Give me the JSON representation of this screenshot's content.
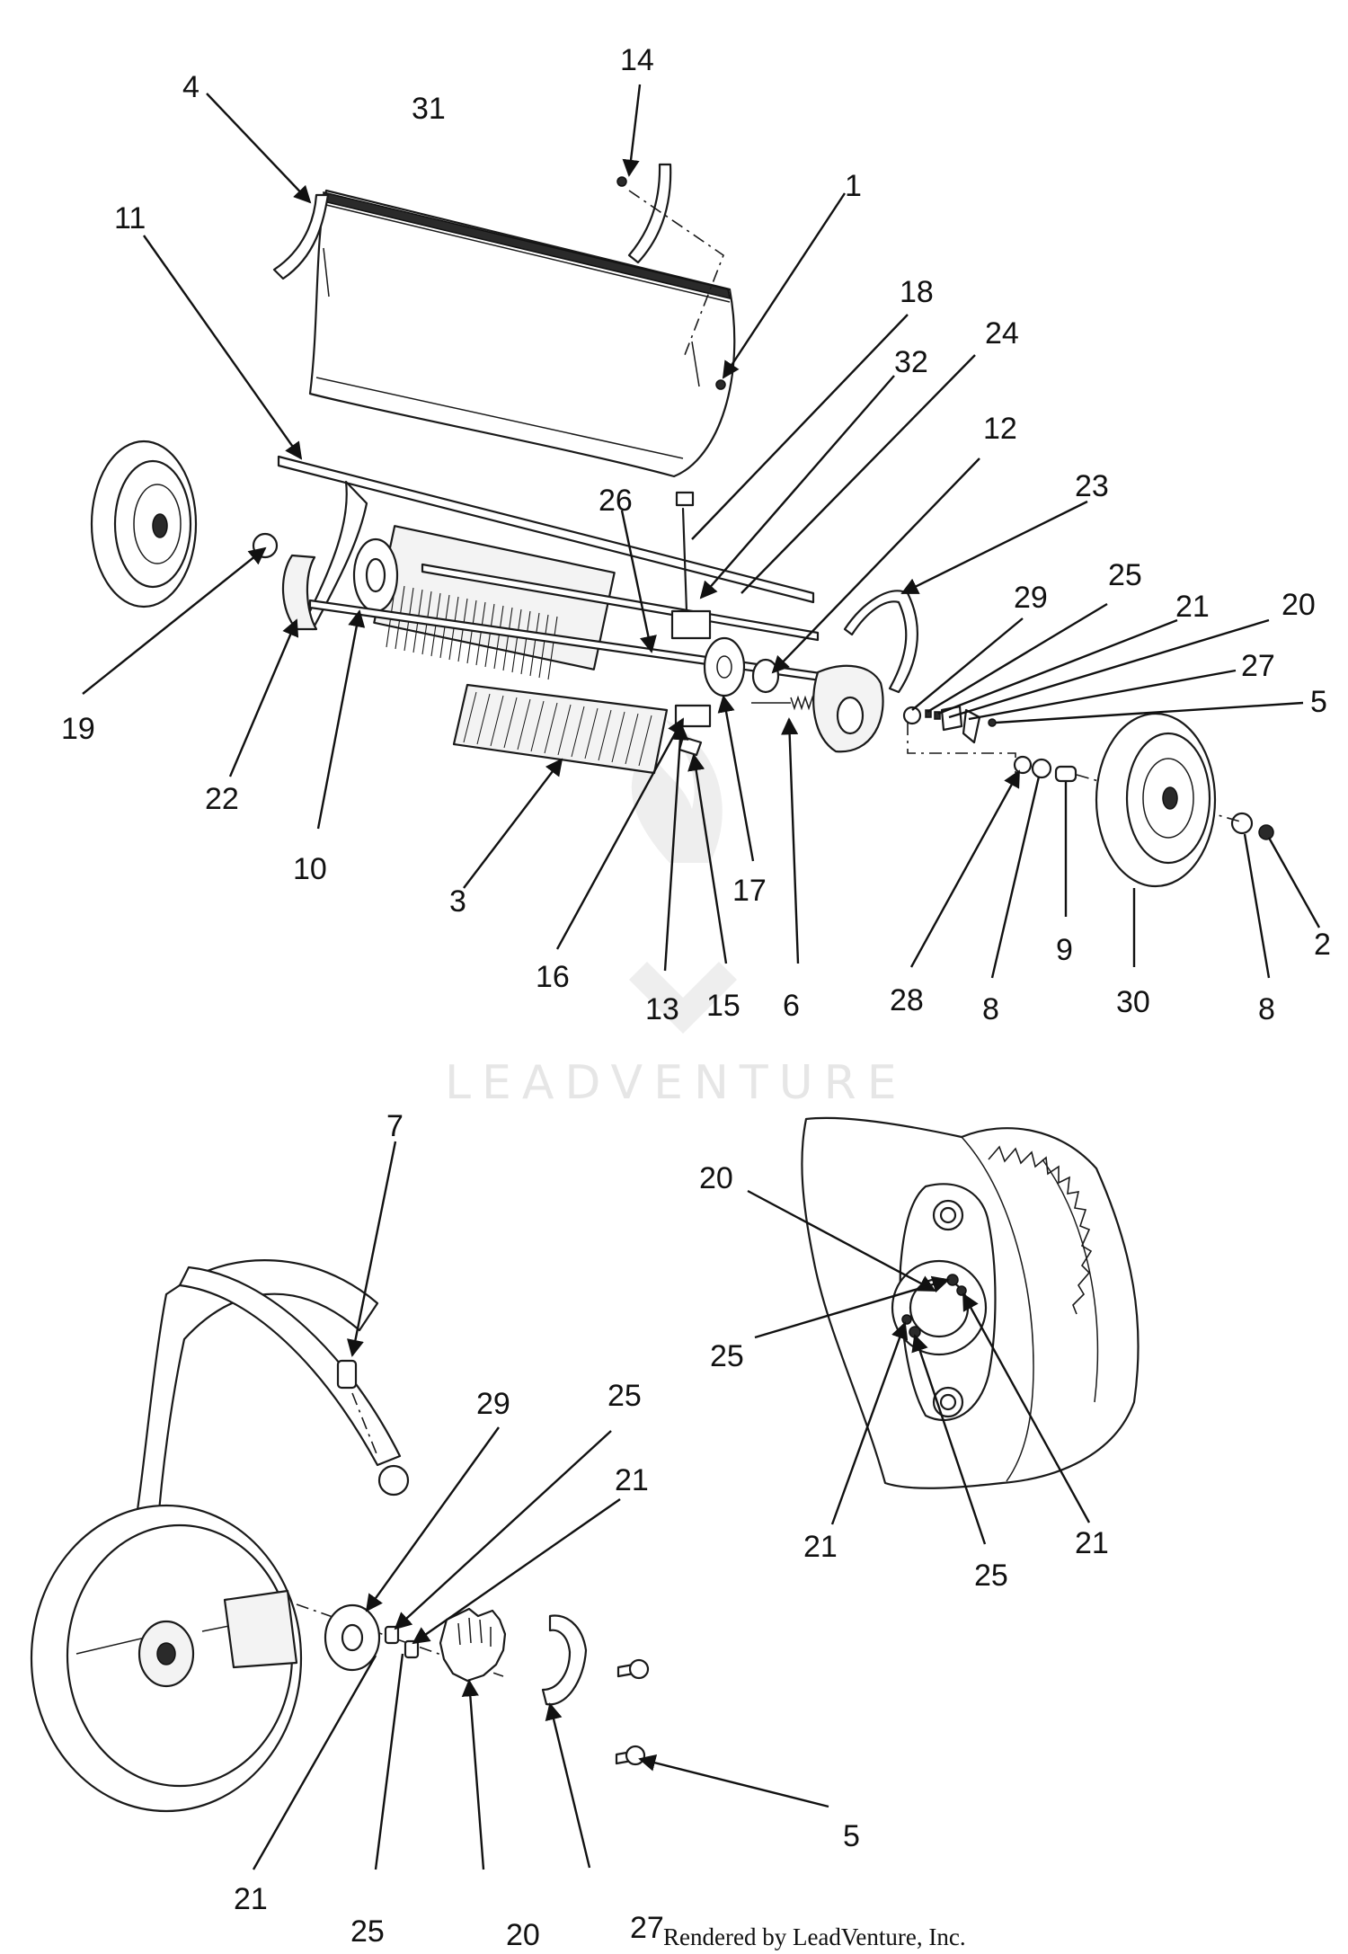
{
  "watermark": {
    "text": "LEADVENTURE"
  },
  "credit": "Rendered by LeadVenture, Inc.",
  "callouts": [
    {
      "id": "c-4",
      "text": "4"
    },
    {
      "id": "c-31",
      "text": "31"
    },
    {
      "id": "c-14",
      "text": "14"
    },
    {
      "id": "c-11",
      "text": "11"
    },
    {
      "id": "c-1",
      "text": "1"
    },
    {
      "id": "c-18",
      "text": "18"
    },
    {
      "id": "c-24",
      "text": "24"
    },
    {
      "id": "c-32",
      "text": "32"
    },
    {
      "id": "c-12",
      "text": "12"
    },
    {
      "id": "c-26",
      "text": "26"
    },
    {
      "id": "c-23",
      "text": "23"
    },
    {
      "id": "c-29a",
      "text": "29"
    },
    {
      "id": "c-25a",
      "text": "25"
    },
    {
      "id": "c-21a",
      "text": "21"
    },
    {
      "id": "c-20a",
      "text": "20"
    },
    {
      "id": "c-27a",
      "text": "27"
    },
    {
      "id": "c-5a",
      "text": "5"
    },
    {
      "id": "c-19",
      "text": "19"
    },
    {
      "id": "c-22",
      "text": "22"
    },
    {
      "id": "c-10",
      "text": "10"
    },
    {
      "id": "c-3",
      "text": "3"
    },
    {
      "id": "c-17",
      "text": "17"
    },
    {
      "id": "c-16",
      "text": "16"
    },
    {
      "id": "c-13",
      "text": "13"
    },
    {
      "id": "c-15",
      "text": "15"
    },
    {
      "id": "c-6",
      "text": "6"
    },
    {
      "id": "c-28",
      "text": "28"
    },
    {
      "id": "c-8a",
      "text": "8"
    },
    {
      "id": "c-9",
      "text": "9"
    },
    {
      "id": "c-30",
      "text": "30"
    },
    {
      "id": "c-8b",
      "text": "8"
    },
    {
      "id": "c-2",
      "text": "2"
    },
    {
      "id": "c-7",
      "text": "7"
    },
    {
      "id": "c-29b",
      "text": "29"
    },
    {
      "id": "c-25b",
      "text": "25"
    },
    {
      "id": "c-21b",
      "text": "21"
    },
    {
      "id": "c-21c",
      "text": "21"
    },
    {
      "id": "c-25c",
      "text": "25"
    },
    {
      "id": "c-20b",
      "text": "20"
    },
    {
      "id": "c-27b",
      "text": "27"
    },
    {
      "id": "c-5b",
      "text": "5"
    },
    {
      "id": "c-20c",
      "text": "20"
    },
    {
      "id": "c-25d",
      "text": "25"
    },
    {
      "id": "c-21d",
      "text": "21"
    },
    {
      "id": "c-25e",
      "text": "25"
    },
    {
      "id": "c-21e",
      "text": "21"
    }
  ]
}
